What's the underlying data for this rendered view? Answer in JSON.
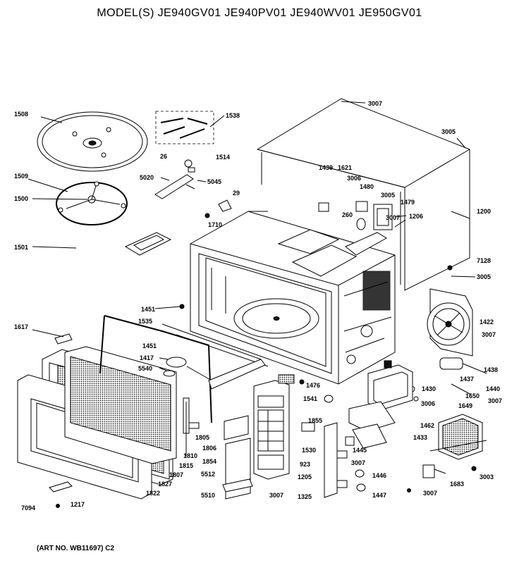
{
  "title": "MODEL(S) JE940GV01  JE940PV01  JE940WV01  JE950GV01",
  "art_number": "(ART NO. WB11697) C2",
  "labels": [
    "3007",
    "3005",
    "1508",
    "1538",
    "26",
    "1514",
    "5020",
    "5045",
    "1509",
    "1500",
    "29",
    "1439",
    "1621",
    "3006",
    "1480",
    "3005",
    "1479",
    "3007",
    "1206",
    "1200",
    "260",
    "1710",
    "1501",
    "7128",
    "3005",
    "1451",
    "1422",
    "1535",
    "3007",
    "1617",
    "1451",
    "1417",
    "5540",
    "1438",
    "1437",
    "1440",
    "1476",
    "3007",
    "1430",
    "1650",
    "3006",
    "1649",
    "1541",
    "1855",
    "1462",
    "1433",
    "1805",
    "1806",
    "1810",
    "1530",
    "1445",
    "1815",
    "1854",
    "923",
    "3007",
    "1827",
    "1807",
    "5512",
    "1205",
    "1446",
    "1683",
    "3003",
    "1822",
    "5510",
    "3007",
    "1325",
    "1447",
    "3007",
    "7094",
    "1217"
  ]
}
